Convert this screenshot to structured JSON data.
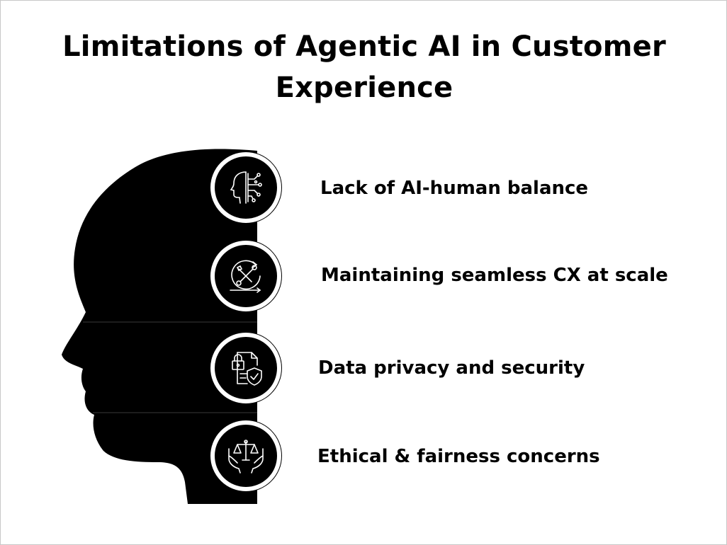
{
  "title": "Limitations of Agentic AI in Customer Experience",
  "items": [
    {
      "label": "Lack of AI-human balance",
      "icon": "ai-human-head-icon"
    },
    {
      "label": "Maintaining seamless CX at scale",
      "icon": "tools-cycle-icon"
    },
    {
      "label": "Data privacy and security",
      "icon": "lock-shield-document-icon"
    },
    {
      "label": "Ethical & fairness concerns",
      "icon": "scales-hands-icon"
    }
  ],
  "colors": {
    "foreground": "#000000",
    "background": "#ffffff",
    "border": "#c8c8c8"
  }
}
